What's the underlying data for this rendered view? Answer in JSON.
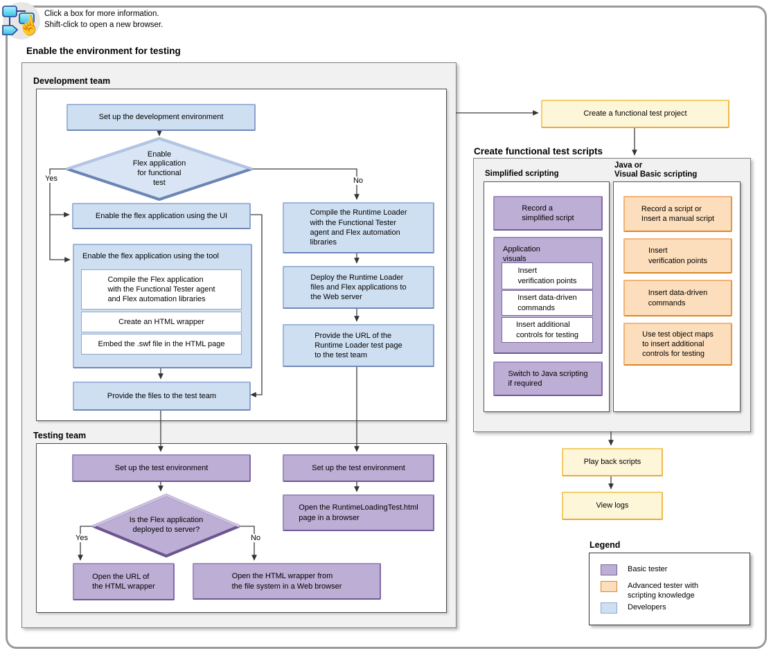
{
  "banner": {
    "line1": "Click a box for more information.",
    "line2": "Shift-click to open a new browser."
  },
  "enable_env": {
    "title": "Enable the environment for testing",
    "dev_team": {
      "title": "Development team",
      "setup_dev": "Set up the development environment",
      "decision": "Enable\nFlex application\nfor functional\ntest",
      "yes": "Yes",
      "no": "No",
      "enable_ui": "Enable the flex application using the UI",
      "enable_tool_title": "Enable the flex application using the tool",
      "compile_flex": "Compile the Flex application\nwith the Functional Tester agent\nand Flex automation libraries",
      "create_wrapper": "Create an HTML wrapper",
      "embed_swf": "Embed the .swf file in the HTML page",
      "provide_files": "Provide the files to the test team",
      "compile_loader": "Compile the Runtime Loader\nwith the Functional Tester\nagent and Flex automation\nlibraries",
      "deploy_loader": "Deploy the Runtime Loader\nfiles and Flex applications to\nthe Web server",
      "provide_url": "Provide the URL of the\nRuntime Loader test page\nto the test team"
    },
    "test_team": {
      "title": "Testing team",
      "setup_test_left": "Set up the test environment",
      "setup_test_right": "Set up the test environment",
      "decision": "Is the Flex application\ndeployed to server?",
      "yes": "Yes",
      "no": "No",
      "open_url": "Open the URL of\nthe HTML wrapper",
      "open_wrapper": "Open the HTML wrapper from\nthe file system in a Web browser",
      "open_runtime": "Open the RuntimeLoadingTest.html\npage in a browser"
    }
  },
  "test_flow": {
    "create_project": "Create a functional test project",
    "scripts_title": "Create functional test scripts",
    "simplified": {
      "title": "Simplified scripting",
      "record": "Record a\nsimplified script",
      "visuals_title": "Application\nvisuals",
      "insert_vp": "Insert\nverification points",
      "insert_dd": "Insert data-driven\ncommands",
      "insert_controls": "Insert additional\ncontrols for testing",
      "switch_java": "Switch to Java scripting\nif required"
    },
    "java_vb": {
      "title": "Java or\nVisual Basic scripting",
      "record": "Record a script or\nInsert a manual script",
      "insert_vp": "Insert\nverification points",
      "insert_dd": "Insert data-driven\ncommands",
      "object_maps": "Use test object maps\nto insert additional\ncontrols for testing"
    },
    "play_back": "Play back scripts",
    "view_logs": "View logs"
  },
  "legend": {
    "title": "Legend",
    "items": [
      {
        "label": "Basic tester",
        "color": "#bcaed4"
      },
      {
        "label": "Advanced tester with\nscripting knowledge",
        "color": "#fcdebc"
      },
      {
        "label": "Developers",
        "color": "#cfdff2"
      }
    ]
  },
  "icon": {
    "name": "clickable-flowchart-map-icon",
    "hand_glyph": "☝"
  }
}
